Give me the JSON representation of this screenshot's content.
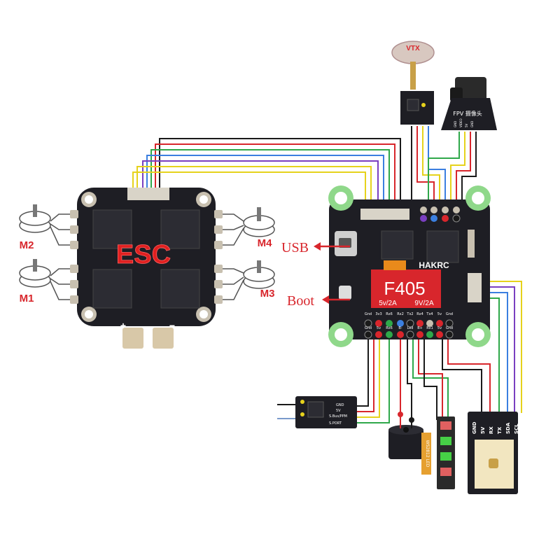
{
  "esc": {
    "label": "ESC",
    "power_plus": "+",
    "power_minus": "−"
  },
  "motors": {
    "m1": "M1",
    "m2": "M2",
    "m3": "M3",
    "m4": "M4"
  },
  "fc": {
    "brand": "HAKRC",
    "model": "F405",
    "bec_5v": "5v/2A",
    "bec_9v": "9V/2A",
    "usb_label": "USB",
    "boot_label": "Boot",
    "bottom_pads": [
      "Gnd",
      "3v3",
      "Rx6",
      "Rx2",
      "Tx2",
      "Rx4",
      "Tx4",
      "5v",
      "Gnd"
    ],
    "bottom_pads2": [
      "Gnd",
      "5v",
      "Rx6",
      "B-",
      "Led",
      "B+",
      "Rx1",
      "5v",
      "Gnd"
    ]
  },
  "vtx": {
    "label": "VTX"
  },
  "camera": {
    "label": "FPV 摄像头",
    "pins": [
      "GND",
      "VIDEO",
      "5V",
      "GND"
    ]
  },
  "receiver": {
    "pins": [
      "GND",
      "5V",
      "S.Bus/PPM",
      "S.PORT"
    ]
  },
  "led_strip": {
    "label": "WS2812 LED"
  },
  "gps": {
    "pins": [
      "GND",
      "5V",
      "RX",
      "TX",
      "SDA",
      "SCL"
    ]
  },
  "colors": {
    "board": "#1e1e24",
    "pad": "#c8c0b0",
    "red": "#d8262c",
    "yellow": "#e6d21c",
    "green": "#2fa84a",
    "blue": "#3b7fe0",
    "purple": "#7a3fc0",
    "black": "#1a1a1a",
    "orange": "#e98a1b"
  }
}
